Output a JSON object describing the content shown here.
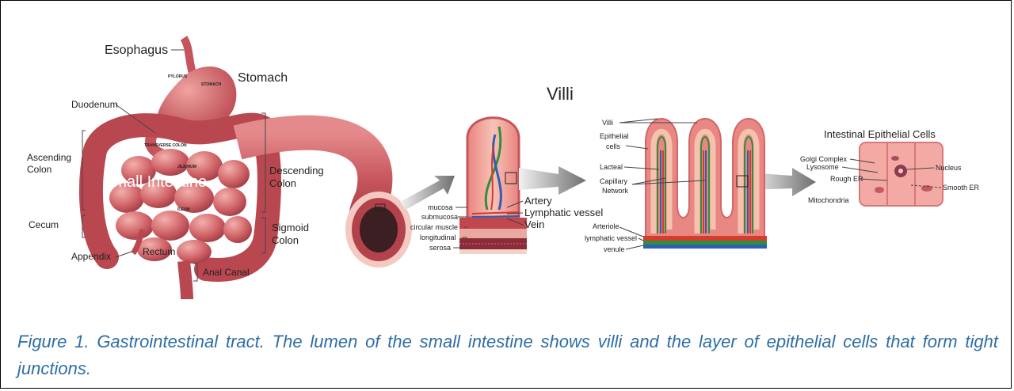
{
  "gi_tract": {
    "esophagus": "Esophagus",
    "stomach": "Stomach",
    "pylorus": "PYLORUS",
    "stomach_inner": "STOMACH",
    "duodenum": "Duodenum",
    "transverse_colon": "TRANSVERSE COLON",
    "jejunum": "JEJUNUM",
    "ileum": "ILEUM",
    "ascending_colon_1": "Ascending",
    "ascending_colon_2": "Colon",
    "small_intestine": "Small Intestine",
    "descending_colon_1": "Descending",
    "descending_colon_2": "Colon",
    "cecum": "Cecum",
    "sigmoid_colon_1": "Sigmoid",
    "sigmoid_colon_2": "Colon",
    "appendix": "Appendix",
    "rectum": "Rectum",
    "anal_canal": "Anal Canal"
  },
  "cross_section": {
    "mucosa": "mucosa",
    "submucosa": "submucosa",
    "circular_muscle": "circular muscle",
    "longitudinal": "longitudinal",
    "serosa": "serosa",
    "artery": "Artery",
    "lymphatic_vessel": "Lymphatic vessel",
    "vein": "Vein"
  },
  "villi": {
    "title": "Villi",
    "villi": "Villi",
    "epithelial_1": "Epithelial",
    "epithelial_2": "cells",
    "lacteal": "Lacteal",
    "capillary_1": "Capillary",
    "capillary_2": "Network",
    "arteriole": "Arteriole",
    "lymphatic_vessel": "lymphatic vessel",
    "venule": "venule"
  },
  "cells": {
    "title": "Intestinal Epithelial Cells",
    "golgi": "Golgi Complex",
    "lysosome": "Lysosome",
    "rough_er": "Rough ER",
    "nucleus": "Nucleus",
    "smooth_er": "Smooth ER",
    "mitochondria": "Mitochondria"
  },
  "caption": "Figure 1. Gastrointestinal tract. The lumen of the small intestine shows villi and the layer of epithelial cells that form tight junctions.",
  "colors": {
    "tissue": "#c8585e",
    "tissue_dark": "#8f2f37",
    "tissue_light": "#f0a9a6",
    "caption": "#2e6ea6"
  }
}
